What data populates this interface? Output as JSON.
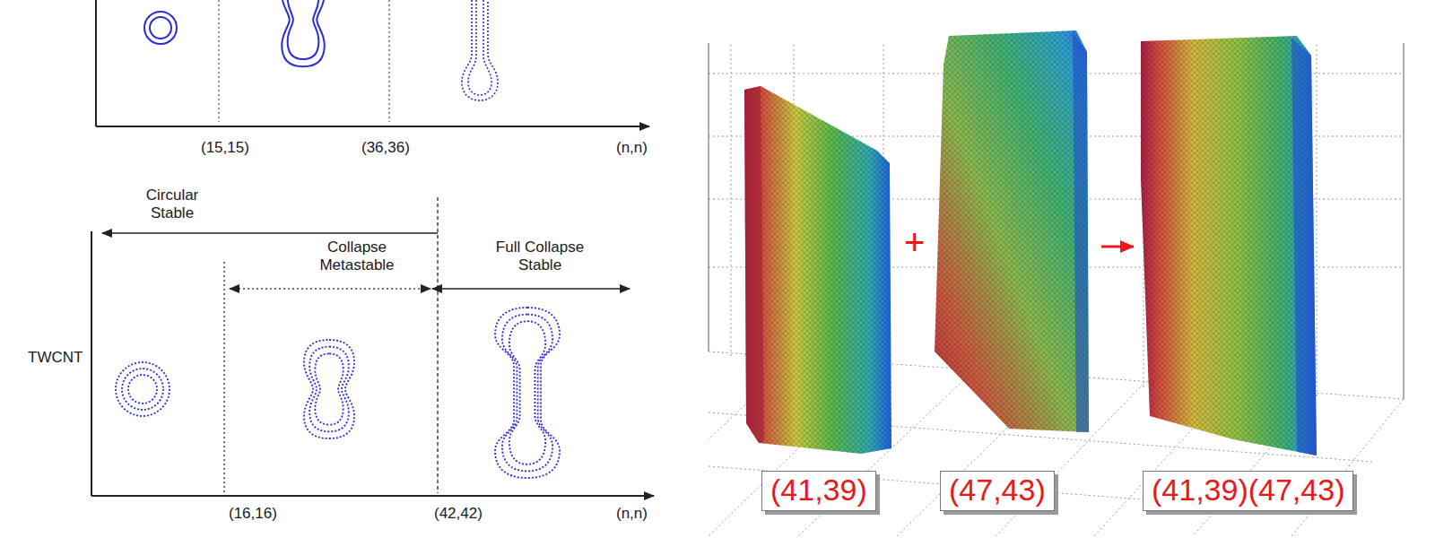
{
  "diagram": {
    "nodes": [
      {
        "text": [
          "(41,39)"
        ]
      },
      {
        "text": [
          "(47,43)"
        ]
      },
      {
        "text": [
          "(41,39)(47,43)"
        ]
      }
    ],
    "edges": [],
    "labels": [
      "(15,15)",
      "(36,36)",
      "(n,n)",
      "Circular Stable",
      "Collapse Metastable",
      "Full Collapse Stable",
      "TWCNT",
      "(16,16)",
      "(42,42)",
      "(n,n)",
      "+"
    ]
  }
}
